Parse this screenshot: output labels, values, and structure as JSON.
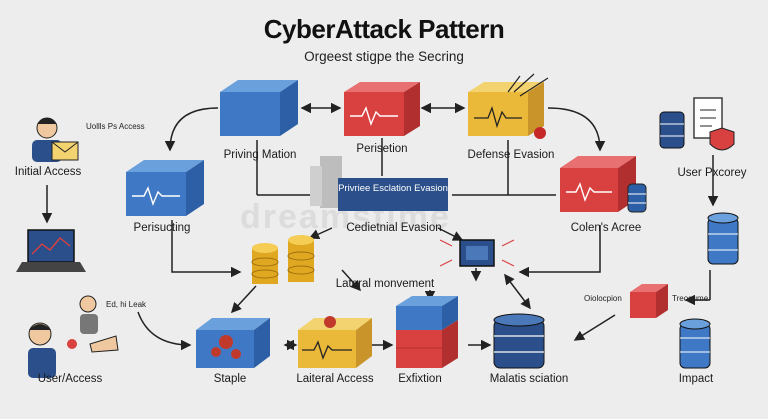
{
  "title": "CyberAttack Pattern",
  "subtitle": "Orgeest stigpe the Secring",
  "watermark": "dreamstime",
  "colors": {
    "blue": "#3f78c4",
    "red": "#d94040",
    "yellow": "#eab93a",
    "dark": "#2a4f8a",
    "bg": "#ededed"
  },
  "nodes": {
    "initial_access": "Initial Access",
    "initial_note": "Uollls Ps Access",
    "priving_mation": "Priving Mation",
    "perisetion": "Perisetion",
    "defense_evasion": "Defense Evasion",
    "perisucting": "Perisucting",
    "privilege_banner": "Privriee Esclation Evasion",
    "cediential_evasion": "Cedietnial Evasion",
    "colens_acree": "Colen's Acree",
    "user_pxcorey": "User Pxcorey",
    "lateral_movement": "Lateral monvement",
    "user_access": "User/Access",
    "user_note": "Ed, hi Leak",
    "staple": "Staple",
    "lateral_access": "Laiteral Access",
    "exfixtion": "Exfixtion",
    "malatis_sciation": "Malatis sciation",
    "impact": "Impact",
    "oiolocpion": "Oiolocpion",
    "treogume": "Treogume"
  }
}
